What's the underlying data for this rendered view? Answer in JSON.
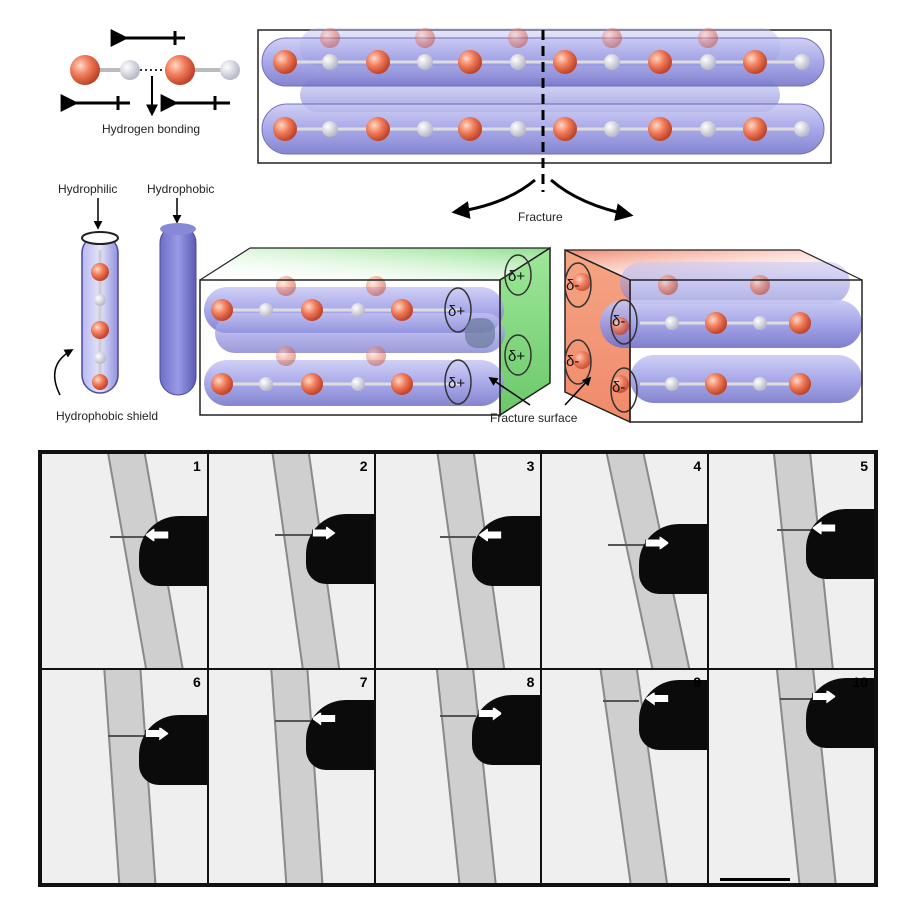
{
  "labels": {
    "hydrogen_bonding": "Hydrogen bonding",
    "hydrophilic": "Hydrophilic",
    "hydrophobic": "Hydrophobic",
    "hydrophobic_shield": "Hydrophobic shield",
    "fracture": "Fracture",
    "fracture_surface": "Fracture surface",
    "delta_plus": "δ+",
    "delta_minus": "δ-"
  },
  "frames": [
    {
      "num": "1",
      "arrow": "left"
    },
    {
      "num": "2",
      "arrow": "right"
    },
    {
      "num": "3",
      "arrow": "left"
    },
    {
      "num": "4",
      "arrow": "right"
    },
    {
      "num": "5",
      "arrow": "left"
    },
    {
      "num": "6",
      "arrow": "right"
    },
    {
      "num": "7",
      "arrow": "left"
    },
    {
      "num": "8",
      "arrow": "right"
    },
    {
      "num": "9",
      "arrow": "left"
    },
    {
      "num": "10",
      "arrow": "right"
    }
  ],
  "colors": {
    "oxygen": "#f07b5a",
    "hydrogen": "#e8e8f0",
    "tube": "#8f8fe0",
    "green_block": "#8fe08a",
    "red_block": "#f08a6a"
  }
}
